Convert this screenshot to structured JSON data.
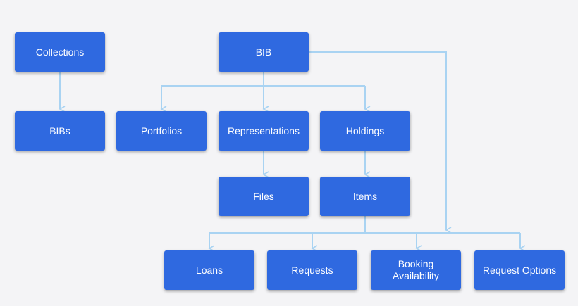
{
  "diagram": {
    "line_color": "#a9d3f2",
    "node_color": "#2f69e0",
    "background": "#f4f4f6",
    "nodes": {
      "collections": "Collections",
      "bib": "BIB",
      "bibs": "BIBs",
      "portfolios": "Portfolios",
      "representations": "Representations",
      "holdings": "Holdings",
      "files": "Files",
      "items": "Items",
      "loans": "Loans",
      "requests": "Requests",
      "booking_availability": "Booking\nAvailability",
      "request_options": "Request Options"
    }
  }
}
